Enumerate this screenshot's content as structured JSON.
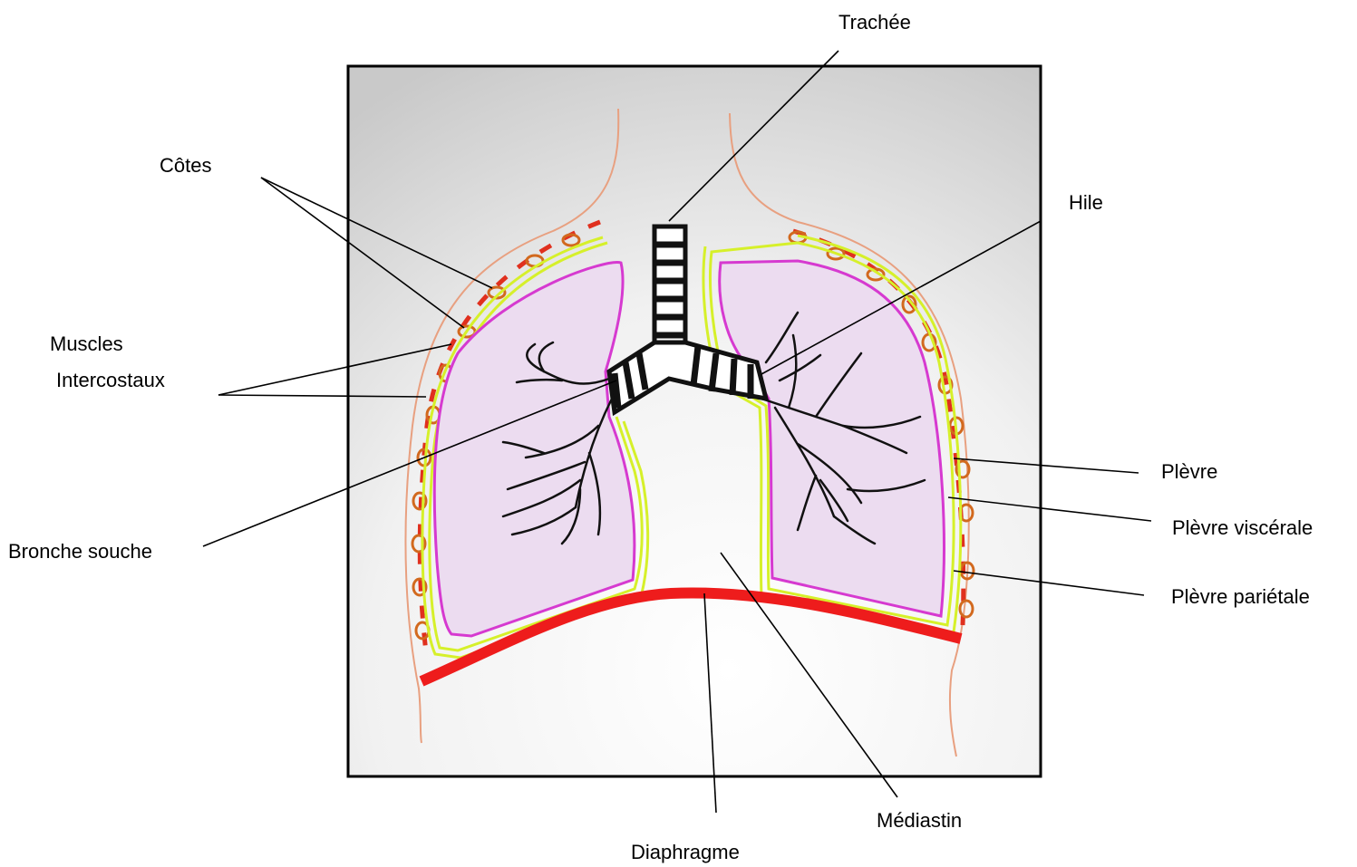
{
  "labels": {
    "trachee": "Trachée",
    "cotes": "Côtes",
    "hile": "Hile",
    "muscles_1": "Muscles",
    "muscles_2": "Intercostaux",
    "bronche": "Bronche souche",
    "plevre": "Plèvre",
    "plevre_viscerale": "Plèvre viscérale",
    "plevre_parietale": "Plèvre pariétale",
    "diaphragme": "Diaphragme",
    "mediastin": "Médiastin"
  },
  "colors": {
    "frame": "#000000",
    "skin": "#e8a080",
    "rib": "#d2691e",
    "muscle": "#e0301e",
    "parietal_pleura": "#d6f02a",
    "visceral_pleura": "#d63ad0",
    "lung_fill": "#ecdcf0",
    "diaphragm": "#ee1c1c",
    "airway": "#111111"
  }
}
